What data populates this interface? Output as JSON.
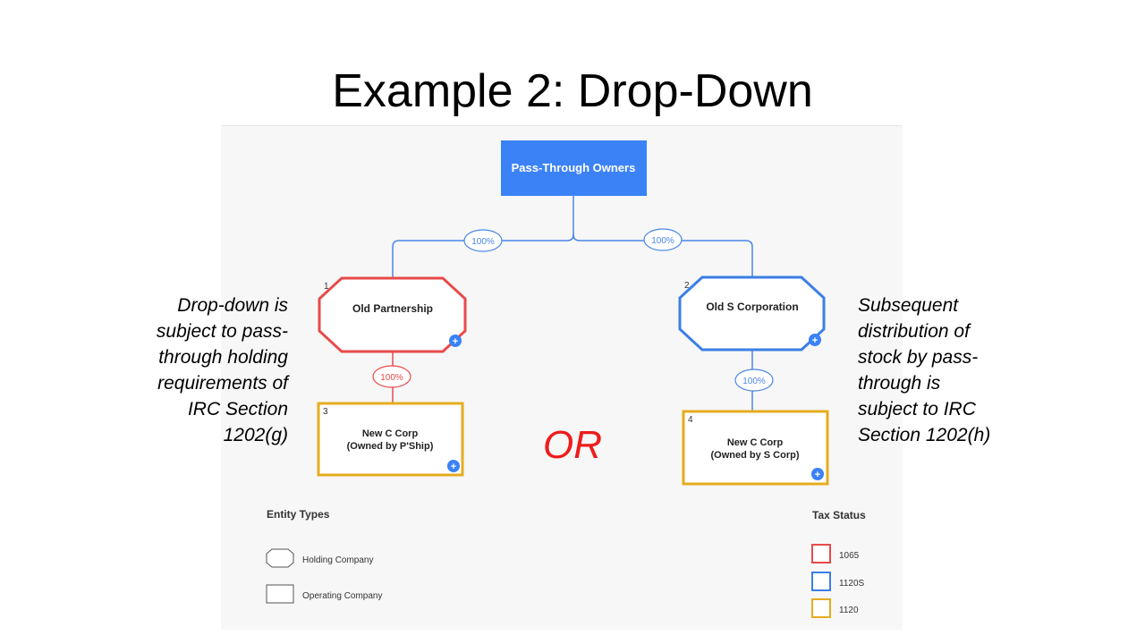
{
  "slide": {
    "title": "Example 2: Drop-Down"
  },
  "notes": {
    "left": "Drop-down is\nsubject to pass-\nthrough holding\nrequirements of\nIRC Section\n1202(g)",
    "right": "Subsequent\ndistribution of\nstock by pass-\nthrough is\nsubject to IRC\nSection 1202(h)"
  },
  "diagram": {
    "top_node": "Pass-Through Owners",
    "edge_labels": [
      "100%",
      "100%",
      "100%",
      "100%"
    ],
    "nodes": [
      {
        "number": "1",
        "label": "Old Partnership"
      },
      {
        "number": "2",
        "label": "Old S Corporation"
      },
      {
        "number": "3",
        "label_line1": "New C Corp",
        "label_line2": "(Owned by P'Ship)"
      },
      {
        "number": "4",
        "label_line1": "New C Corp",
        "label_line2": "(Owned by S Corp)"
      }
    ],
    "add_icon": "+",
    "or_label": "OR"
  },
  "legend": {
    "entity_title": "Entity Types",
    "entity_types": [
      "Holding Company",
      "Operating Company"
    ],
    "tax_title": "Tax Status",
    "tax_statuses": [
      {
        "label": "1065",
        "color": "#e84a4a"
      },
      {
        "label": "1120S",
        "color": "#3b7fe6"
      },
      {
        "label": "1120",
        "color": "#e6ac1e"
      }
    ]
  },
  "colors": {
    "blue": "#3b82f6",
    "red": "#e84a4a",
    "gold": "#e6ac1e",
    "or": "#ee1c1c"
  }
}
